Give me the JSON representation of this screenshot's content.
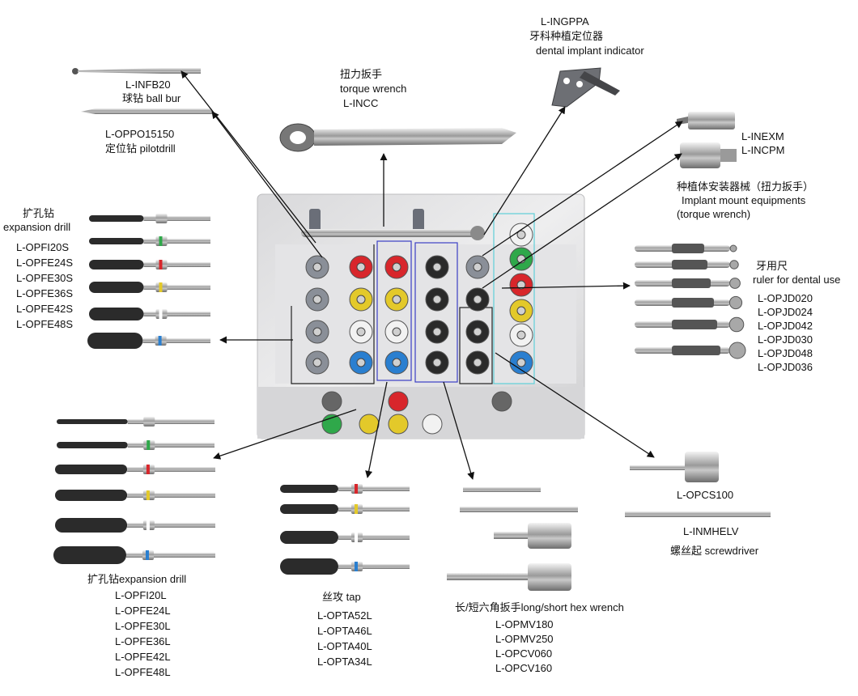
{
  "indicator": {
    "code": "L-INGPPA",
    "cn": "牙科种植定位器",
    "en": "dental implant indicator"
  },
  "torque_wrench": {
    "cn": "扭力扳手",
    "en": "torque wrench",
    "code": "L-INCC"
  },
  "ball_bur": {
    "code": "L-INFB20",
    "label": "球钻 ball bur"
  },
  "pilot_drill": {
    "code": "L-OPPO15150",
    "label": "定位钻 pilotdrill"
  },
  "mount": {
    "code1": "L-INEXM",
    "code2": "L-INCPM",
    "cn": "种植体安装器械（扭力扳手）",
    "en1": "Implant mount equipments",
    "en2": "(torque wrench)"
  },
  "expansion_short": {
    "cn": "扩孔钻",
    "en": "expansion drill",
    "codes": [
      "L-OPFI20S",
      "L-OPFE24S",
      "L-OPFE30S",
      "L-OPFE36S",
      "L-OPFE42S",
      "L-OPFE48S"
    ]
  },
  "ruler": {
    "cn": "牙用尺",
    "en": "ruler for dental use",
    "codes": [
      "L-OPJD020",
      "L-OPJD024",
      "L-OPJD042",
      "L-OPJD030",
      "L-OPJD048",
      "L-OPJD036"
    ]
  },
  "expansion_long": {
    "title": "扩孔钻expansion drill",
    "codes": [
      "L-OPFI20L",
      "L-OPFE24L",
      "L-OPFE30L",
      "L-OPFE36L",
      "L-OPFE42L",
      "L-OPFE48L"
    ]
  },
  "tap": {
    "title": "丝攻 tap",
    "codes": [
      "L-OPTA52L",
      "L-OPTA46L",
      "L-OPTA40L",
      "L-OPTA34L"
    ]
  },
  "hex_wrench": {
    "title": "长/短六角扳手long/short hex wrench",
    "codes": [
      "L-OPMV180",
      "L-OPMV250",
      "L-OPCV060",
      "L-OPCV160"
    ]
  },
  "screwdriver": {
    "code1": "L-OPCS100",
    "code2": "L-INMHELV",
    "label": "螺丝起 screwdriver"
  },
  "colors": {
    "tray": "#e9e9ea",
    "red": "#d8262b",
    "green": "#2fa84a",
    "yellow": "#e3c92a",
    "blue": "#2a7fd0",
    "white": "#f2f2f2",
    "black": "#2a2a2a",
    "box_blue": "#3b3fc4",
    "box_cyan": "#5ecfd8"
  }
}
